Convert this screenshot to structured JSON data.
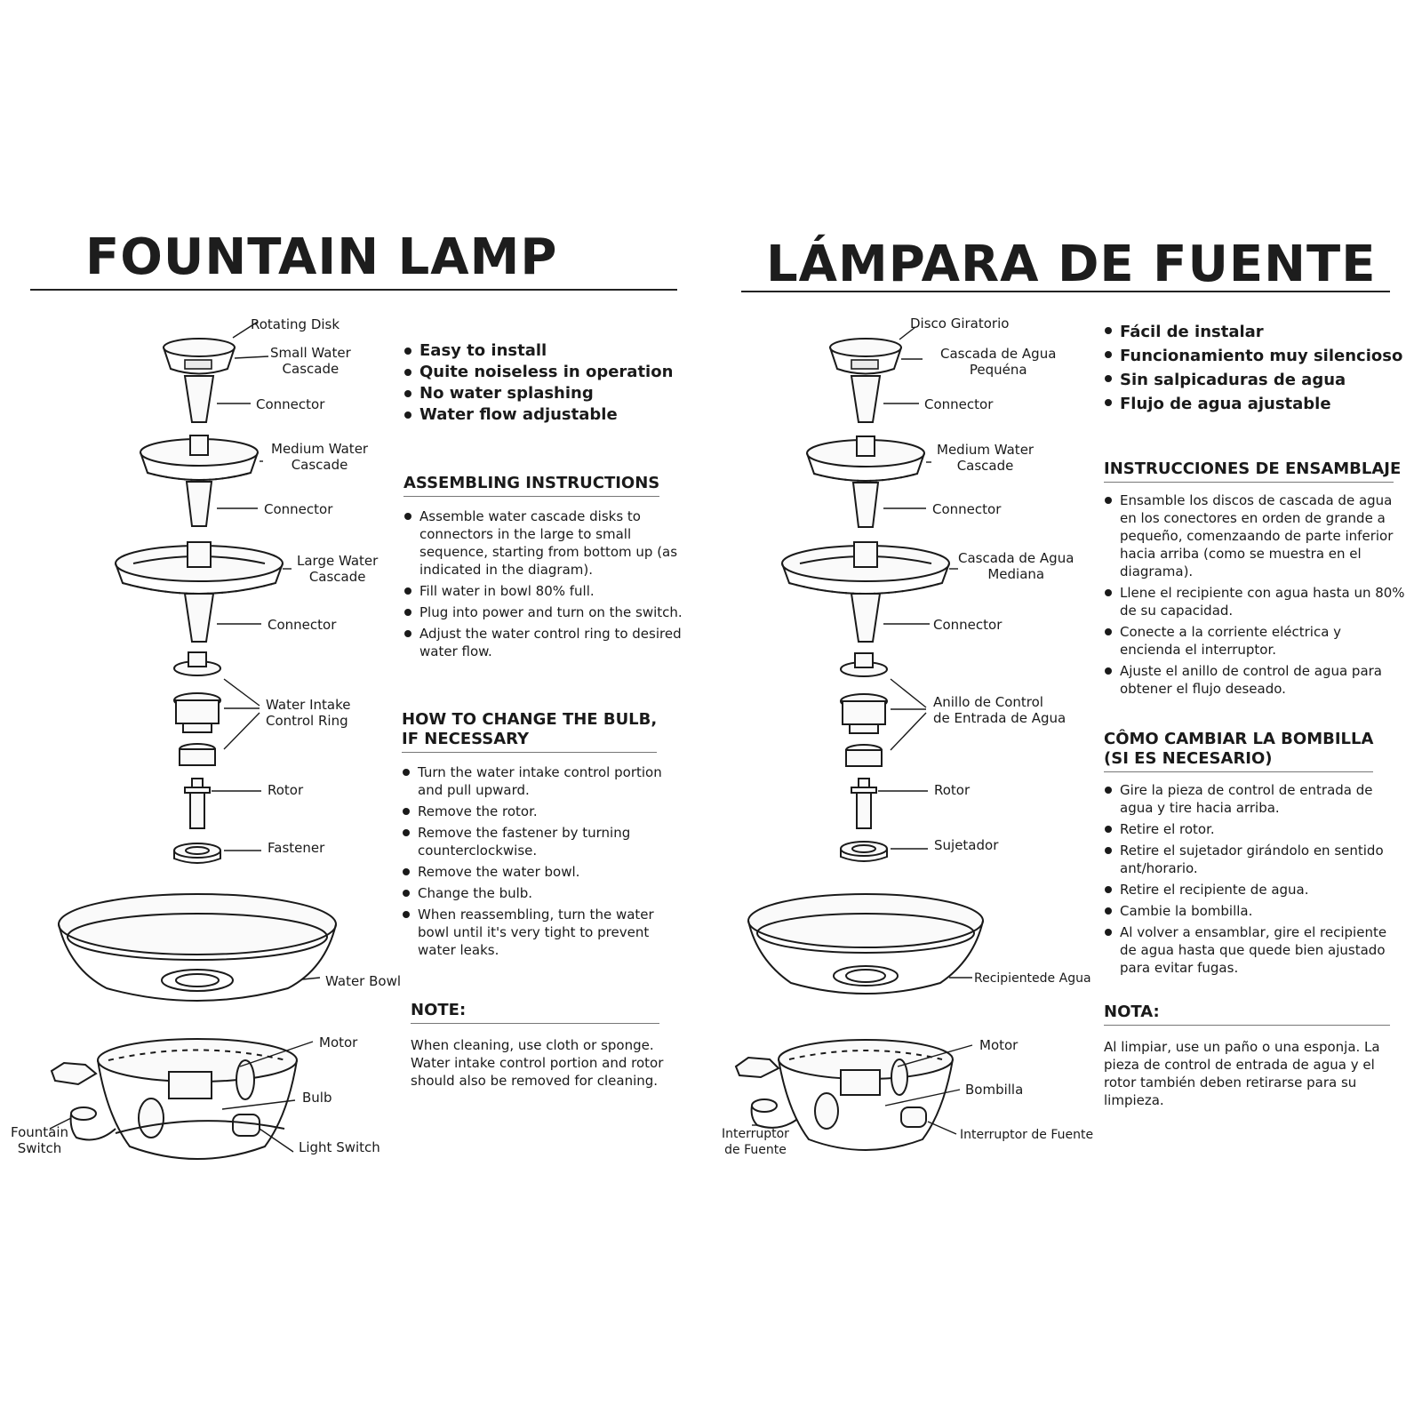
{
  "en": {
    "title": "FOUNTAIN LAMP",
    "labels": {
      "rotating_disk": "Rotating Disk",
      "small_cascade": "Small Water\nCascade",
      "connector_1": "Connector",
      "medium_cascade": "Medium Water\nCascade",
      "connector_2": "Connector",
      "large_cascade": "Large Water\nCascade",
      "connector_3": "Connector",
      "intake_ring": "Water Intake\nControl Ring",
      "rotor": "Rotor",
      "fastener": "Fastener",
      "water_bowl": "Water Bowl",
      "motor": "Motor",
      "bulb": "Bulb",
      "light_switch": "Light Switch",
      "fountain_switch": "Fountain\nSwitch"
    },
    "features": [
      "Easy to install",
      "Quite noiseless in operation",
      "No water splashing",
      "Water flow adjustable"
    ],
    "assembling": {
      "heading": "ASSEMBLING INSTRUCTIONS",
      "steps": [
        "Assemble water cascade disks to connectors in the large to small sequence, starting from bottom up (as indicated in the diagram).",
        "Fill water in bowl 80% full.",
        "Plug into power and turn on the switch.",
        "Adjust the water control ring to desired water flow."
      ]
    },
    "bulb": {
      "heading": "HOW TO CHANGE THE BULB,\nIF NECESSARY",
      "steps": [
        "Turn the water intake control portion and pull upward.",
        "Remove the rotor.",
        "Remove the fastener by turning counterclockwise.",
        "Remove the water bowl.",
        "Change the bulb.",
        "When reassembling, turn the water bowl until it's very tight to prevent water leaks."
      ]
    },
    "note": {
      "heading": "NOTE:",
      "text": "When cleaning, use cloth or sponge. Water intake control portion and rotor should also be removed for cleaning."
    }
  },
  "es": {
    "title": "LÁMPARA DE FUENTE",
    "labels": {
      "rotating_disk": "Disco Giratorio",
      "small_cascade": "Cascada de Agua\nPequéna",
      "connector_1": "Connector",
      "medium_cascade": "Medium Water\nCascade",
      "connector_2": "Connector",
      "large_cascade": "Cascada de Agua\nMediana",
      "connector_3": "Connector",
      "intake_ring": "Anillo de Control\nde Entrada de Agua",
      "rotor": "Rotor",
      "fastener": "Sujetador",
      "water_bowl": "Recipientede Agua",
      "motor": "Motor",
      "bulb": "Bombilla",
      "light_switch": "Interruptor de Fuente",
      "fountain_switch": "Interruptor\nde Fuente"
    },
    "features": [
      "Fácil de instalar",
      "Funcionamiento muy silencioso",
      "Sin salpicaduras de agua",
      "Flujo de agua ajustable"
    ],
    "assembling": {
      "heading": "INSTRUCCIONES DE ENSAMBLAJE",
      "steps": [
        "Ensamble los discos de cascada de agua en los conectores en orden de grande a pequeño, comenzaando de parte inferior hacia arriba (como se muestra en el diagrama).",
        "Llene el recipiente con agua hasta un 80% de su capacidad.",
        "Conecte a la corriente eléctrica y encienda el interruptor.",
        "Ajuste el anillo de control de agua para obtener el flujo deseado."
      ]
    },
    "bulb": {
      "heading": "CÔMO CAMBIAR LA BOMBILLA\n(SI ES NECESARIO)",
      "steps": [
        "Gire la pieza de control de entrada de agua y tire hacia arriba.",
        "Retire el rotor.",
        "Retire el sujetador girándolo en sentido ant/horario.",
        "Retire el recipiente de agua.",
        "Cambie la bombilla.",
        "Al volver a ensamblar, gire el recipiente de agua hasta que quede bien ajustado para evitar fugas."
      ]
    },
    "note": {
      "heading": "NOTA:",
      "text": "Al limpiar, use un paño o una esponja. La pieza de control de entrada de agua y el rotor también deben retirarse para su limpieza."
    }
  }
}
